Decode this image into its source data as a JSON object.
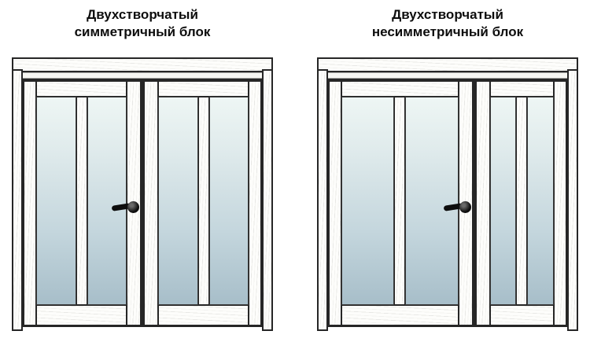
{
  "colors": {
    "background": "#ffffff",
    "outline": "#262626",
    "wood": "#fdfdfb",
    "glass_top": "#eef6f4",
    "glass_bottom": "#a7bec9",
    "handle": "#0d0d0d"
  },
  "doors": [
    {
      "type": "symmetric",
      "title_line1": "Двухстворчатый",
      "title_line2": "симметричный блок",
      "leaves": "two equal glazed leaves",
      "handle": "black lever on left leaf meeting stile, pointing left"
    },
    {
      "type": "asymmetric",
      "title_line1": "Двухстворчатый",
      "title_line2": "несимметричный блок",
      "leaves": "wide left leaf and narrow right leaf, both glazed",
      "handle": "black lever on wide leaf meeting stile, pointing left"
    }
  ]
}
